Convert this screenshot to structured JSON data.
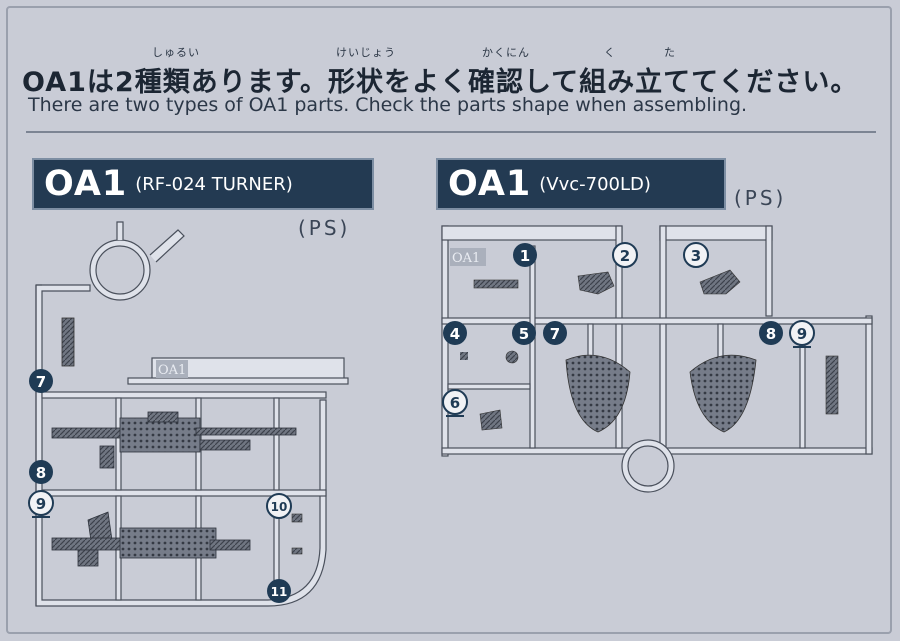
{
  "header": {
    "title_jp": "OA1は2種類あります。形状をよく確認して組み立ててください。",
    "title_en": "There are two types of OA1 parts. Check the parts shape when assembling.",
    "furigana": {
      "shurui": "しゅるい",
      "keijou": "けいじょう",
      "kakunin": "かくにん",
      "ku": "く",
      "ta": "た"
    }
  },
  "left_panel": {
    "code": "OA1",
    "variant": "(RF-024 TURNER)",
    "material": "(PS)",
    "runner_tag": "OA1",
    "callouts": [
      "7",
      "8",
      "9",
      "10",
      "11"
    ]
  },
  "right_panel": {
    "code": "OA1",
    "variant": "(Vvc-700LD)",
    "material": "(PS)",
    "runner_tag": "OA1",
    "callouts": [
      "1",
      "2",
      "3",
      "4",
      "5",
      "7",
      "8",
      "9",
      "6"
    ]
  },
  "colors": {
    "background": "#c9ccd6",
    "label_bg": "#233a52",
    "callout": "#1f3b55",
    "runner": "#dfe2ea"
  }
}
